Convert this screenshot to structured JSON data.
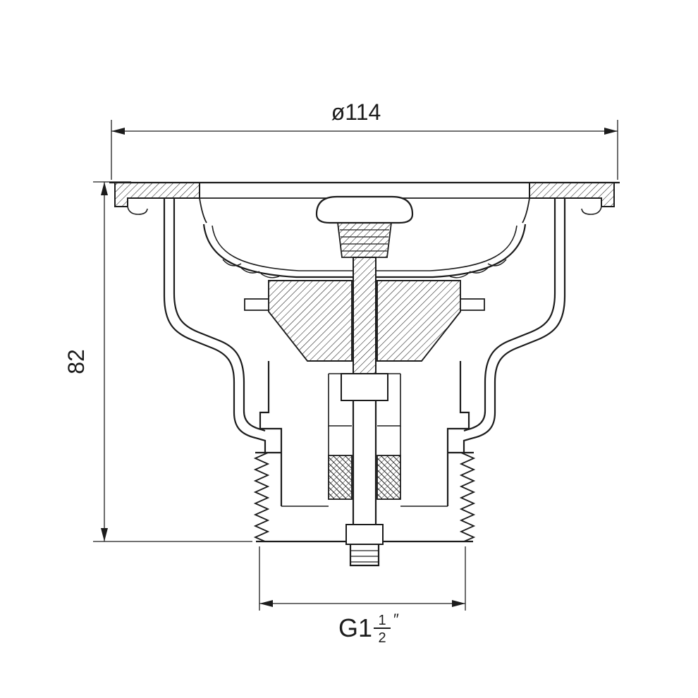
{
  "page": {
    "background": "#ffffff",
    "line_color": "#1c1c1c"
  },
  "drawing": {
    "name": "sink-strainer-cross-section",
    "dimensions": {
      "top_width": {
        "label": "ø114"
      },
      "left_height": {
        "label": "82"
      },
      "bottom_thread": {
        "prefix": "G1",
        "numerator": "1",
        "denominator": "2",
        "unit": "″"
      }
    }
  }
}
